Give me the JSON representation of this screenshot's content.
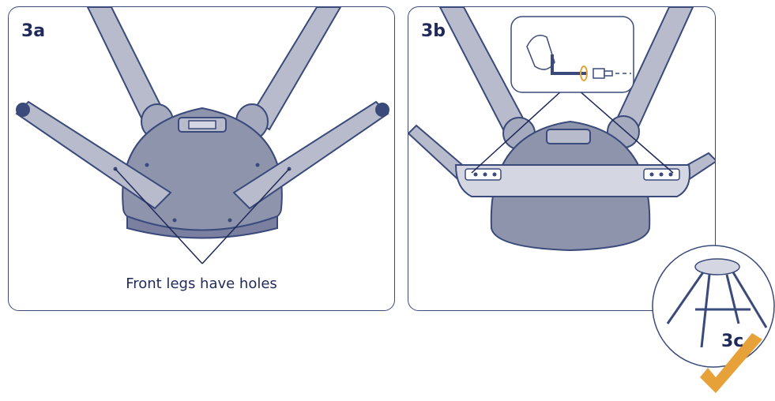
{
  "steps": {
    "a": {
      "label": "3a",
      "caption": "Front legs have holes"
    },
    "b": {
      "label": "3b"
    },
    "c": {
      "label": "3c"
    }
  },
  "colors": {
    "outline": "#3a4a7a",
    "leg": "#b7bbcb",
    "seat": "#8f94ad",
    "footrest": "#d4d7e2",
    "text": "#1f2a5a",
    "check": "#e6a238"
  },
  "icons": [
    "checkmark-icon",
    "allen-key-icon",
    "screw-icon",
    "hand-icon"
  ]
}
